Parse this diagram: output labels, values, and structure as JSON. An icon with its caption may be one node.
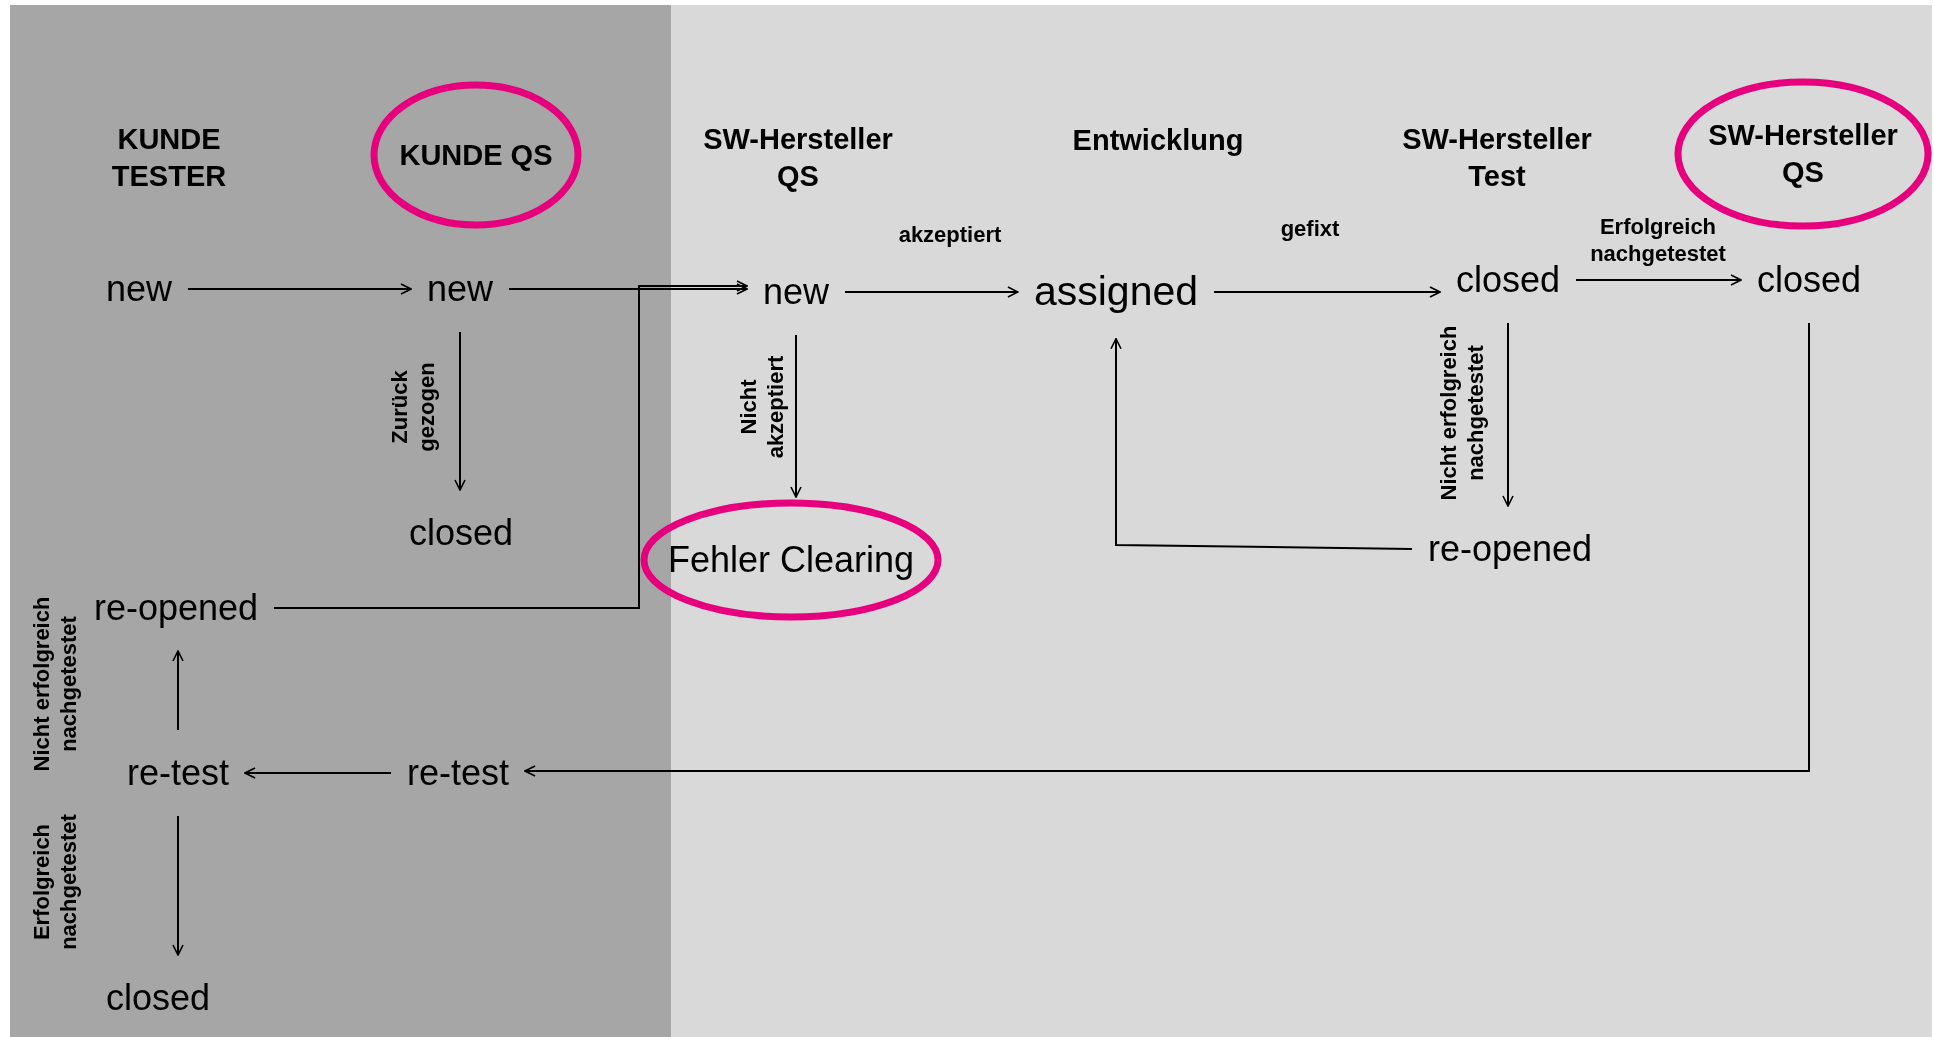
{
  "diagram": {
    "nodes": [
      {
        "text": [
          "KUNDE QS"
        ]
      },
      {
        "text": [
          "SW-Hersteller QS"
        ]
      },
      {
        "text": [
          "new"
        ]
      },
      {
        "text": [
          "new"
        ]
      },
      {
        "text": [
          "new"
        ]
      },
      {
        "text": [
          "assigned"
        ]
      },
      {
        "text": [
          "closed"
        ]
      },
      {
        "text": [
          "closed"
        ]
      },
      {
        "text": [
          "closed"
        ]
      },
      {
        "text": [
          "Fehler Clearing"
        ]
      },
      {
        "text": [
          "re-opened"
        ]
      },
      {
        "text": [
          "re-opened"
        ]
      },
      {
        "text": [
          "re-test"
        ]
      },
      {
        "text": [
          "re-test"
        ]
      },
      {
        "text": [
          "closed"
        ]
      }
    ],
    "edges": [
      {
        "from": 2,
        "to": 3,
        "arrow": "to"
      },
      {
        "from": 3,
        "to": 4,
        "arrow": "to"
      },
      {
        "from": 11,
        "to": 4,
        "arrow": "to"
      },
      {
        "from": 4,
        "to": 5,
        "arrow": "to",
        "label": "akzeptiert"
      },
      {
        "from": 5,
        "to": 6,
        "arrow": "to",
        "label": "gefixt"
      },
      {
        "from": 6,
        "to": 7,
        "arrow": "to",
        "label": "Erfolgreich nachgetestet"
      },
      {
        "from": 3,
        "to": 8,
        "arrow": "to",
        "label": "Zurück gezogen"
      },
      {
        "from": 4,
        "to": 9,
        "arrow": "to",
        "label": "Nicht akzeptiert"
      },
      {
        "from": 6,
        "to": 10,
        "arrow": "to",
        "label": "Nicht erfolgreich nachgetestet"
      },
      {
        "from": 10,
        "to": 5,
        "arrow": "to"
      },
      {
        "from": 7,
        "to": 13,
        "arrow": "to"
      },
      {
        "from": 13,
        "to": 12,
        "arrow": "to"
      },
      {
        "from": 12,
        "to": 11,
        "arrow": "to",
        "label": "Nicht erfolgreich nachgetestet"
      },
      {
        "from": 12,
        "to": 14,
        "arrow": "to",
        "label": "Erfolgreich nachgetestet"
      }
    ],
    "labels": [
      "KUNDE TESTER",
      "SW-Hersteller QS",
      "Entwicklung",
      "SW-Hersteller Test"
    ]
  }
}
